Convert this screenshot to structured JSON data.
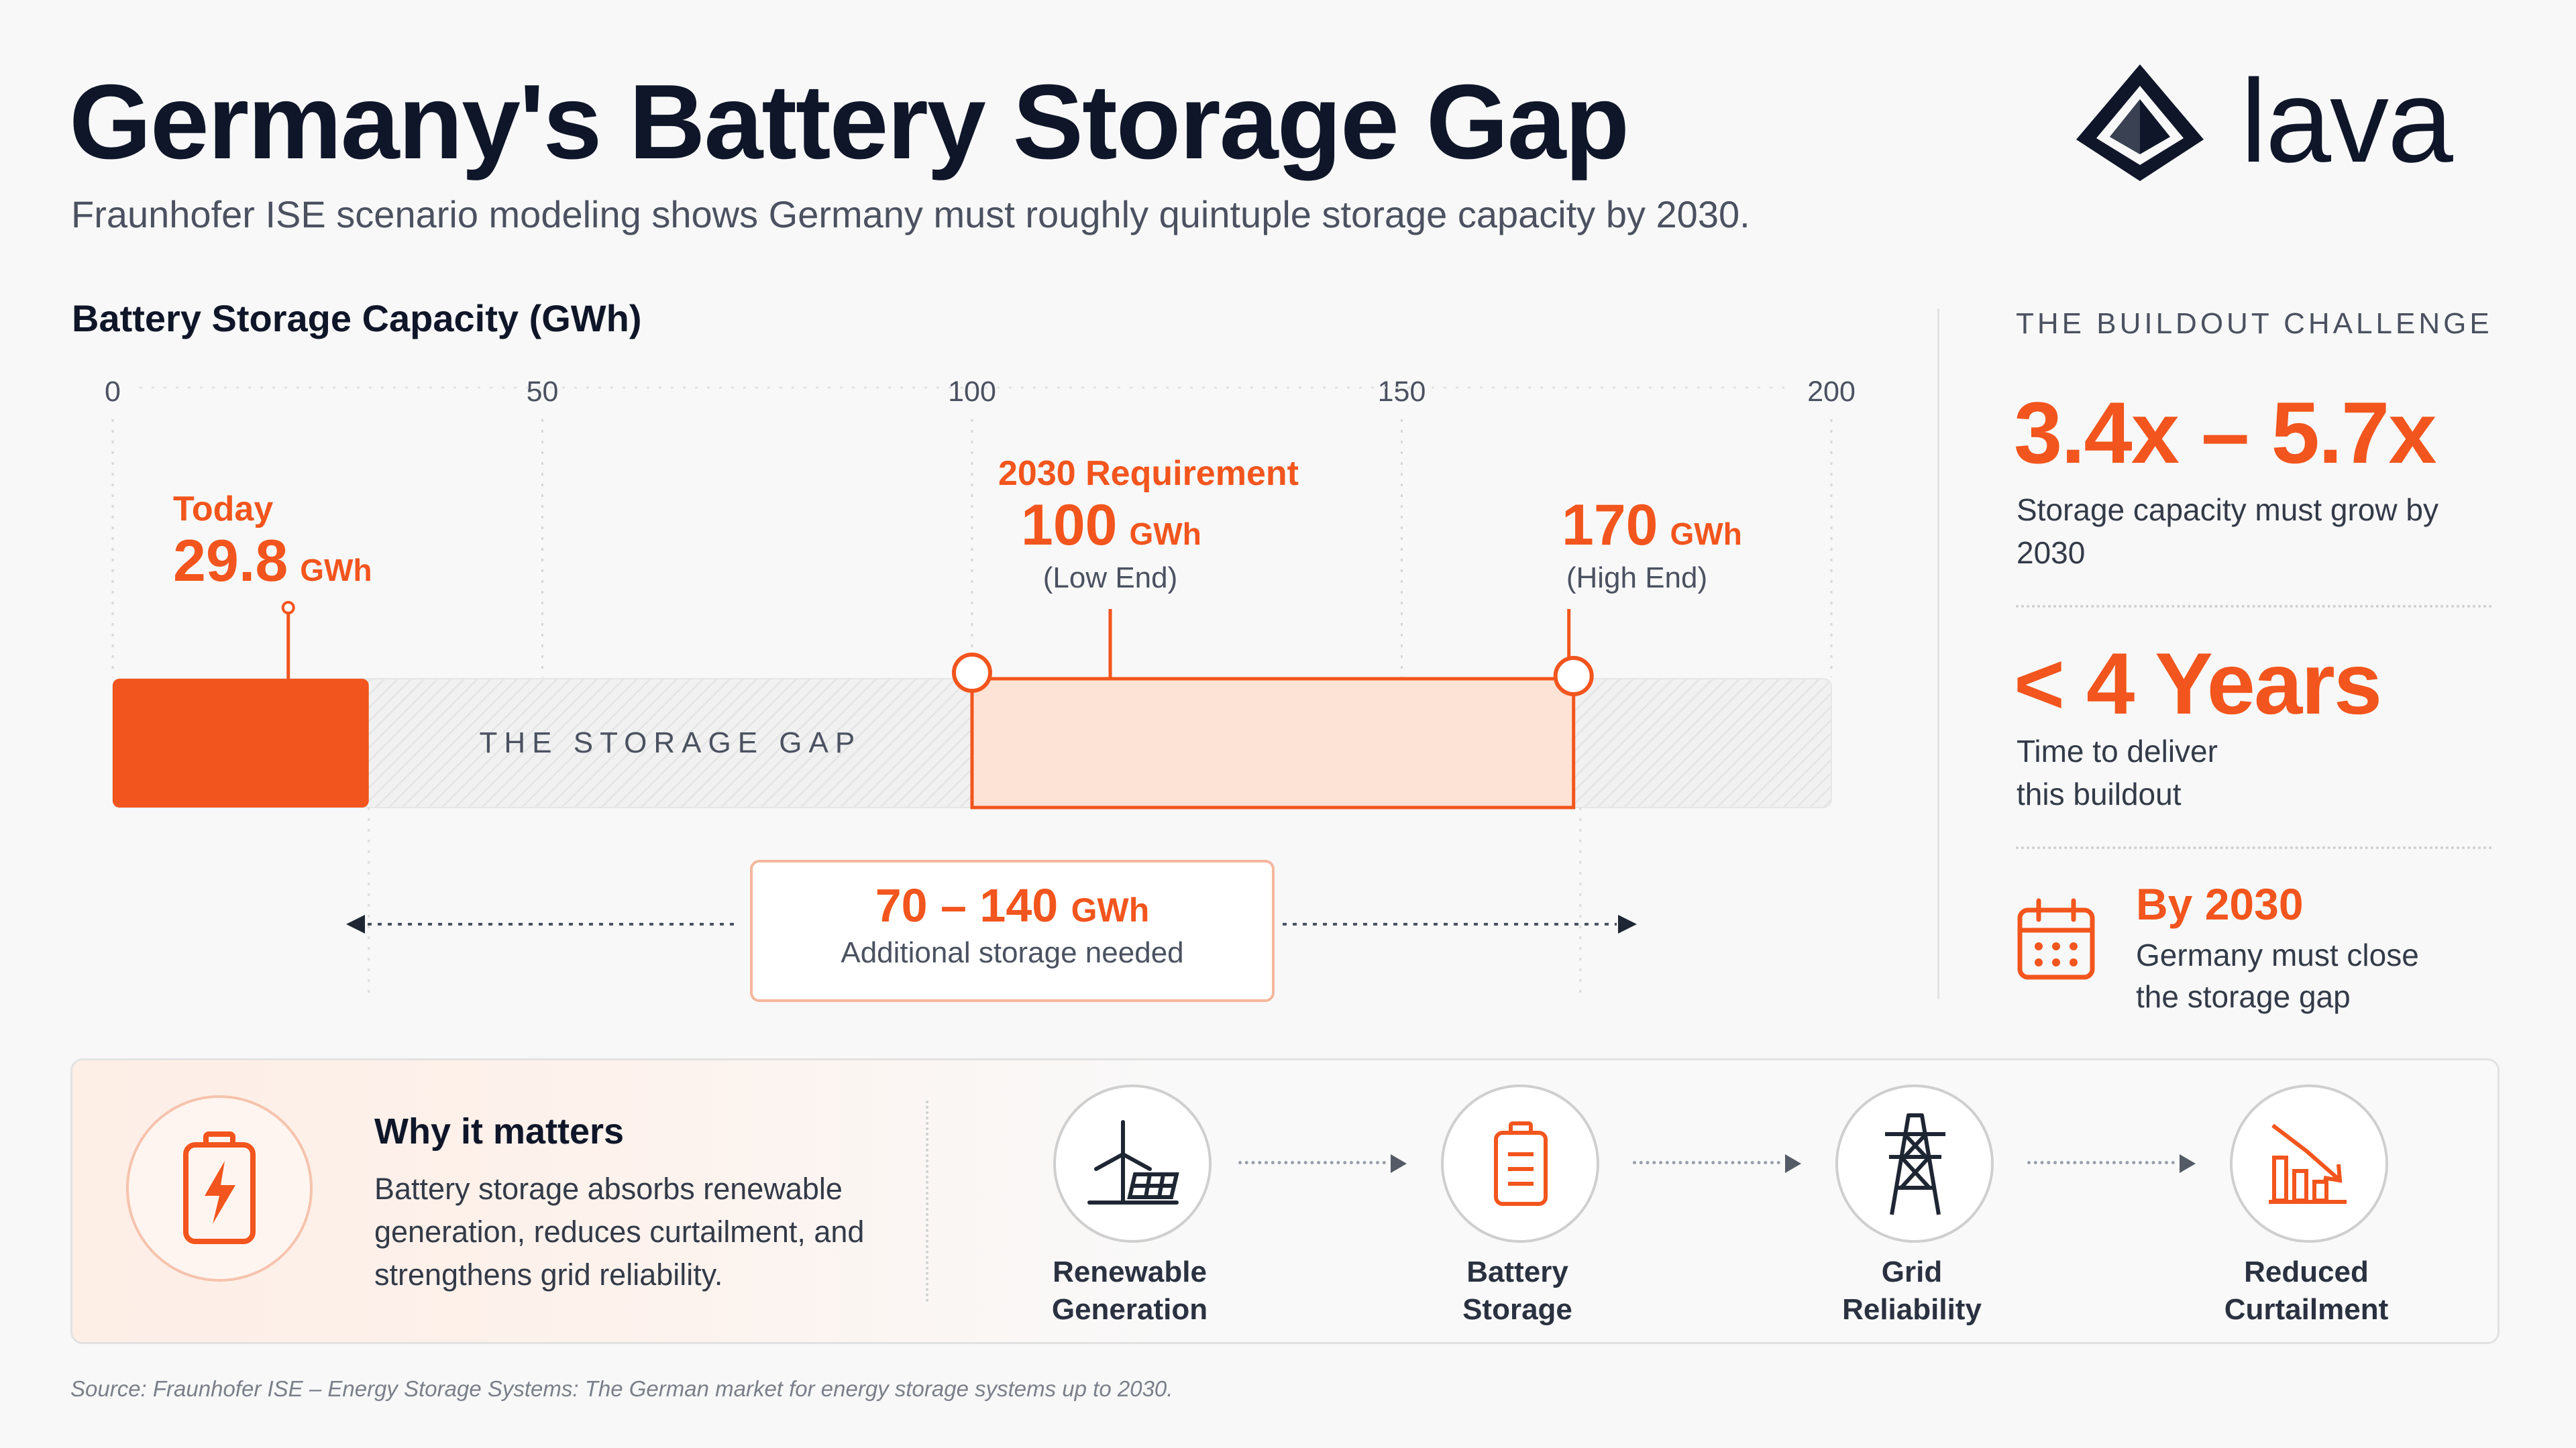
{
  "header": {
    "title": "Germany's Battery Storage Gap",
    "subtitle": "Fraunhofer ISE scenario modeling shows Germany must roughly quintuple storage capacity by 2030.",
    "logo_text": "lava"
  },
  "chart_data": {
    "type": "bar",
    "title": "Battery Storage Capacity (GWh)",
    "xlim": [
      0,
      200
    ],
    "ticks": [
      0,
      50,
      100,
      150,
      200
    ],
    "unit": "GWh",
    "today": {
      "label": "Today",
      "value": 29.8,
      "value_text": "29.8"
    },
    "requirement_title": "2030 Requirement",
    "low": {
      "value": 100,
      "value_text": "100",
      "sublabel": "(Low End)"
    },
    "high": {
      "value": 170,
      "value_text": "170",
      "sublabel": "(High End)"
    },
    "gap_label": "THE STORAGE GAP",
    "additional": {
      "range_text": "70 – 140",
      "unit": "GWh",
      "label": "Additional storage needed"
    },
    "colors": {
      "accent": "#f2551d",
      "range_fill": "#fde3d6",
      "track": "#ececec"
    }
  },
  "sidebar": {
    "heading": "THE BUILDOUT CHALLENGE",
    "stat1_value": "3.4x – 5.7x",
    "stat1_text": "Storage capacity must grow by 2030",
    "stat2_value": "< 4 Years",
    "stat2_text_line1": "Time to deliver",
    "stat2_text_line2": "this buildout",
    "stat3_title": "By 2030",
    "stat3_text_line1": "Germany must close",
    "stat3_text_line2": "the storage gap"
  },
  "bottom": {
    "title": "Why it matters",
    "text": "Battery storage absorbs renewable generation, reduces curtailment, and strengthens grid reliability.",
    "steps": [
      {
        "line1": "Renewable",
        "line2": "Generation",
        "icon": "wind-solar-icon"
      },
      {
        "line1": "Battery",
        "line2": "Storage",
        "icon": "battery-icon"
      },
      {
        "line1": "Grid",
        "line2": "Reliability",
        "icon": "pylon-icon"
      },
      {
        "line1": "Reduced",
        "line2": "Curtailment",
        "icon": "declining-chart-icon"
      }
    ]
  },
  "source": "Source: Fraunhofer ISE – Energy Storage Systems: The German market for energy storage systems up to 2030."
}
